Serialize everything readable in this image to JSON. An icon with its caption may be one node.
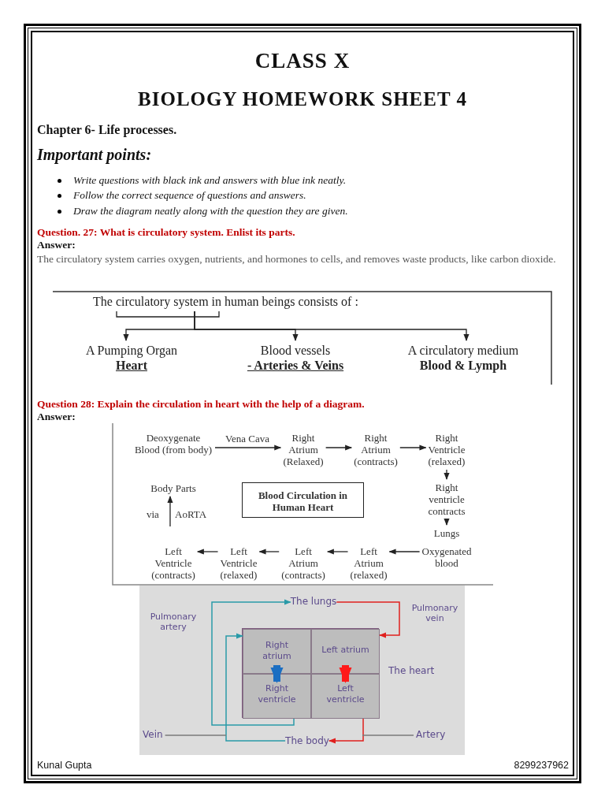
{
  "diagram": {
    "title": "CLASS X",
    "nodes": [
      {
        "text": [
          "The circulatory system in human beings consists of :"
        ]
      },
      {
        "text": [
          "A Pumping Organ",
          "Heart"
        ]
      },
      {
        "text": [
          "Blood vessels",
          "- Arteries & Veins"
        ]
      },
      {
        "text": [
          "A circulatory medium",
          "Blood & Lymph"
        ]
      },
      {
        "text": [
          "Deoxygenate Blood (from body)"
        ]
      },
      {
        "text": [
          "Right Atrium (Relaxed)"
        ]
      },
      {
        "text": [
          "Right Atrium (contracts)"
        ]
      },
      {
        "text": [
          "Right Ventricle (relaxed)"
        ]
      },
      {
        "text": [
          "Body Parts"
        ]
      },
      {
        "text": [
          "Blood Circulation in Human Heart"
        ]
      },
      {
        "text": [
          "Right ventricle contracts"
        ]
      },
      {
        "text": [
          "Lungs"
        ]
      },
      {
        "text": [
          "Left Ventricle (contracts)"
        ]
      },
      {
        "text": [
          "Left Ventricle (relaxed)"
        ]
      },
      {
        "text": [
          "Left Atrium (contracts)"
        ]
      },
      {
        "text": [
          "Left Atrium (relaxed)"
        ]
      },
      {
        "text": [
          "Oxygenated blood"
        ]
      },
      {
        "text": [
          "The lungs"
        ]
      },
      {
        "text": [
          "The heart"
        ]
      },
      {
        "text": [
          "Right atrium"
        ],
        "in": 18
      },
      {
        "text": [
          "Left atrium"
        ],
        "in": 18
      },
      {
        "text": [
          "Right ventricle"
        ],
        "in": 18
      },
      {
        "text": [
          "Left ventricle"
        ],
        "in": 18
      },
      {
        "text": [
          "Vein"
        ]
      },
      {
        "text": [
          "The body"
        ]
      },
      {
        "text": [
          "Artery"
        ]
      }
    ],
    "edges": [
      {
        "from": 0,
        "to": 1,
        "arrow": "to"
      },
      {
        "from": 0,
        "to": 2,
        "arrow": "to"
      },
      {
        "from": 0,
        "to": 3,
        "arrow": "to"
      },
      {
        "from": 4,
        "to": 5,
        "arrow": "to",
        "label": "Vena Cava"
      },
      {
        "from": 5,
        "to": 6,
        "arrow": "to"
      },
      {
        "from": 6,
        "to": 7,
        "arrow": "to"
      },
      {
        "from": 7,
        "to": 10,
        "arrow": "to"
      },
      {
        "from": 10,
        "to": 11,
        "arrow": "to"
      },
      {
        "from": 16,
        "to": 15,
        "arrow": "to"
      },
      {
        "from": 15,
        "to": 14,
        "arrow": "to"
      },
      {
        "from": 14,
        "to": 13,
        "arrow": "to"
      },
      {
        "from": 13,
        "to": 12,
        "arrow": "to"
      },
      {
        "from": null,
        "to": 8,
        "arrow": "to",
        "label": "AoRTA"
      },
      {
        "from": 21,
        "to": 17,
        "arrow": "to",
        "color": "#2a9aa8"
      },
      {
        "from": 17,
        "to": 20,
        "arrow": "to",
        "color": "#e0201e"
      },
      {
        "from": 22,
        "to": 24,
        "arrow": "to",
        "color": "#e0201e"
      },
      {
        "from": 24,
        "to": 19,
        "arrow": "to",
        "color": "#2a9aa8"
      },
      {
        "from": 19,
        "to": 21,
        "arrow": "to",
        "style": "thick",
        "color": "#1b6ec2"
      },
      {
        "from": 20,
        "to": 22,
        "arrow": "to",
        "style": "thick",
        "color": "#ff1a1a"
      },
      {
        "from": 23,
        "to": null,
        "arrow": "none",
        "color": "#7a7a7a"
      },
      {
        "from": 25,
        "to": null,
        "arrow": "none",
        "color": "#7a7a7a"
      }
    ],
    "labels": [
      "BIOLOGY HOMEWORK SHEET 4",
      "Chapter 6- Life processes.",
      "Important points:",
      "Write questions with black ink and answers with blue ink neatly.",
      "Follow the correct sequence of questions and answers.",
      "Draw the diagram neatly along with the question they are given.",
      "Question. 27: What is circulatory system. Enlist its parts.",
      "Answer:",
      "The circulatory system carries oxygen, nutrients, and hormones to cells, and removes waste products, like carbon dioxide.",
      "Question 28: Explain the circulation in heart with the help of a diagram.",
      "Answer:",
      "via",
      "Pulmonary artery",
      "Pulmonary vein",
      "Kunal Gupta",
      "8299237962"
    ]
  }
}
